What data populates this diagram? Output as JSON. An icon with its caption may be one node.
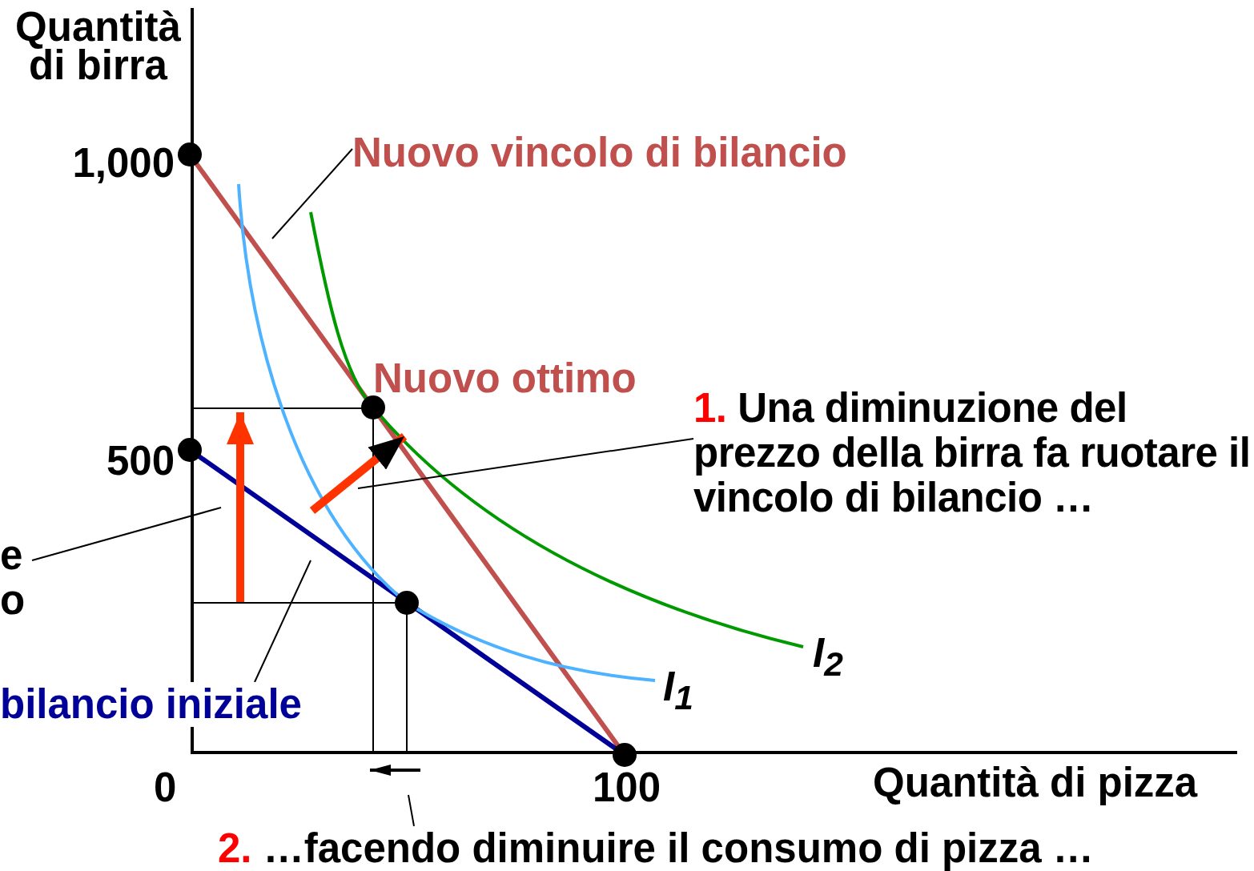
{
  "diagram": {
    "nodes": [
      {
        "text": [
          "Nuovo vincolo di bilancio"
        ]
      },
      {
        "text": [
          "1.",
          "Una diminuzione del prezzo della birra fa ruotare il vincolo di bilancio …"
        ]
      },
      {
        "text": [
          "e o"
        ]
      },
      {
        "text": [
          "bilancio iniziale"
        ]
      },
      {
        "text": [
          "2.",
          "…facendo diminuire il consumo di pizza …"
        ]
      }
    ],
    "edges": [
      {
        "from": 0,
        "to": null,
        "arrow": "none"
      },
      {
        "from": 1,
        "to": null,
        "arrow": "none"
      },
      {
        "from": 2,
        "to": null,
        "arrow": "none"
      },
      {
        "from": 3,
        "to": null,
        "arrow": "none"
      },
      {
        "from": 4,
        "to": null,
        "arrow": "none"
      }
    ],
    "labels": [
      "Quantità di birra",
      "1,000",
      "Nuovo ottimo",
      "500",
      "I$_{2}$",
      "I$_{1}$",
      "0",
      "100",
      "Quantità di pizza"
    ]
  }
}
